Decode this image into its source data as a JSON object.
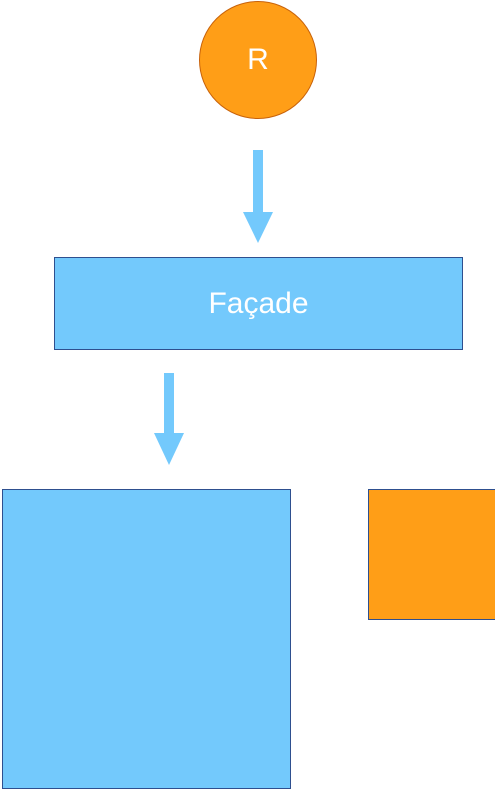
{
  "colors": {
    "orange": "#FF9E17",
    "blue": "#73C9FC",
    "arrow": "#73C9FC"
  },
  "diagram": {
    "top_node": {
      "label": "R"
    },
    "facade_node": {
      "label": "Façade"
    },
    "arrows": [
      {
        "from": "top_node",
        "to": "facade_node"
      },
      {
        "from": "facade_node",
        "to": "large_block"
      }
    ],
    "large_block": {
      "label": ""
    },
    "small_block": {
      "label": ""
    }
  }
}
